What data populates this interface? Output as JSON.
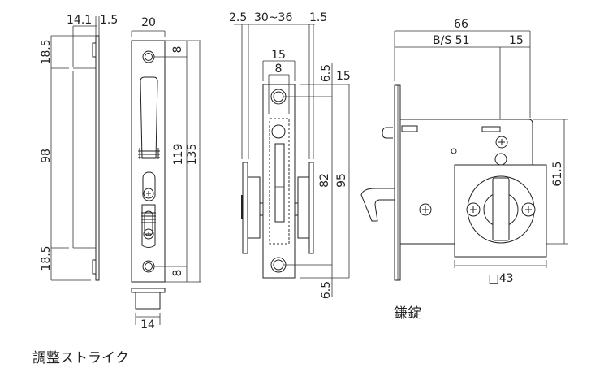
{
  "strike": {
    "caption": "調整ストライク",
    "side_dims": {
      "depth": "14.1",
      "plate": "1.5",
      "top": "18.5",
      "middle": "98",
      "bottom": "18.5"
    },
    "front_dims": {
      "width": "20",
      "top_hole": "8",
      "bottom_hole": "8",
      "hole_pitch": "119",
      "height": "135"
    },
    "cap_dims": {
      "width": "14"
    }
  },
  "lock": {
    "caption": "鎌錠",
    "side_dims": {
      "left_plate": "2.5",
      "door_thickness": "30~36",
      "right_plate": "1.5"
    },
    "front_dims": {
      "width": "15",
      "inner": "8",
      "top_margin": "6.5",
      "right_width": "15",
      "hole_pitch": "82",
      "height": "95",
      "bottom_margin": "6.5"
    },
    "body_dims": {
      "total": "66",
      "backset": "B/S 51",
      "tail": "15",
      "body_height": "61.5",
      "square": "□43"
    }
  }
}
